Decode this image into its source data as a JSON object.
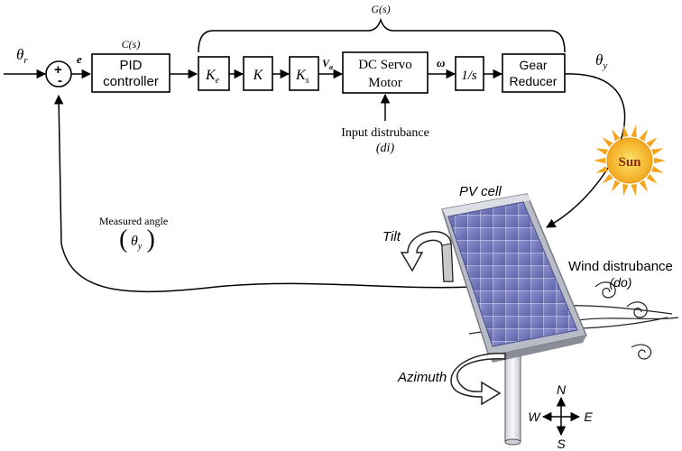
{
  "diagram": {
    "reference_symbol": "θ",
    "reference_sub": "r",
    "sum_plus": "+",
    "sum_minus": "-",
    "error_label": "e",
    "controller_tf": "C(s)",
    "pid_line1": "PID",
    "pid_line2": "controller",
    "plant_tf": "G(s)",
    "ke_main": "K",
    "ke_sub": "e",
    "k_label": "K",
    "ks_main": "K",
    "ks_sub": "s",
    "va_main": "V",
    "va_sub": "a",
    "motor_line1": "DC Servo",
    "motor_line2": "Motor",
    "omega_label": "ω",
    "integrator_label": "1/s",
    "gear_line1": "Gear",
    "gear_line2": "Reducer",
    "output_main": "θ",
    "output_sub": "y",
    "input_dist_line1": "Input distrubance",
    "input_dist_line2": "(di)",
    "sun_label": "Sun",
    "pv_label": "PV cell",
    "tilt_label": "Tilt",
    "wind_line1": "Wind distrubance",
    "wind_line2": "(do)",
    "measured_label": "Measured angle",
    "measured_main": "θ",
    "measured_sub": "y",
    "azimuth_label": "Azimuth",
    "compass": {
      "n": "N",
      "s": "S",
      "e": "E",
      "w": "W"
    }
  },
  "colors": {
    "sun_outer": "#f7a21b",
    "sun_inner": "#fcd23c",
    "panel_cell": "#6e74b8",
    "panel_frame": "#b8bcc6",
    "pole": "#e9e9ec"
  }
}
